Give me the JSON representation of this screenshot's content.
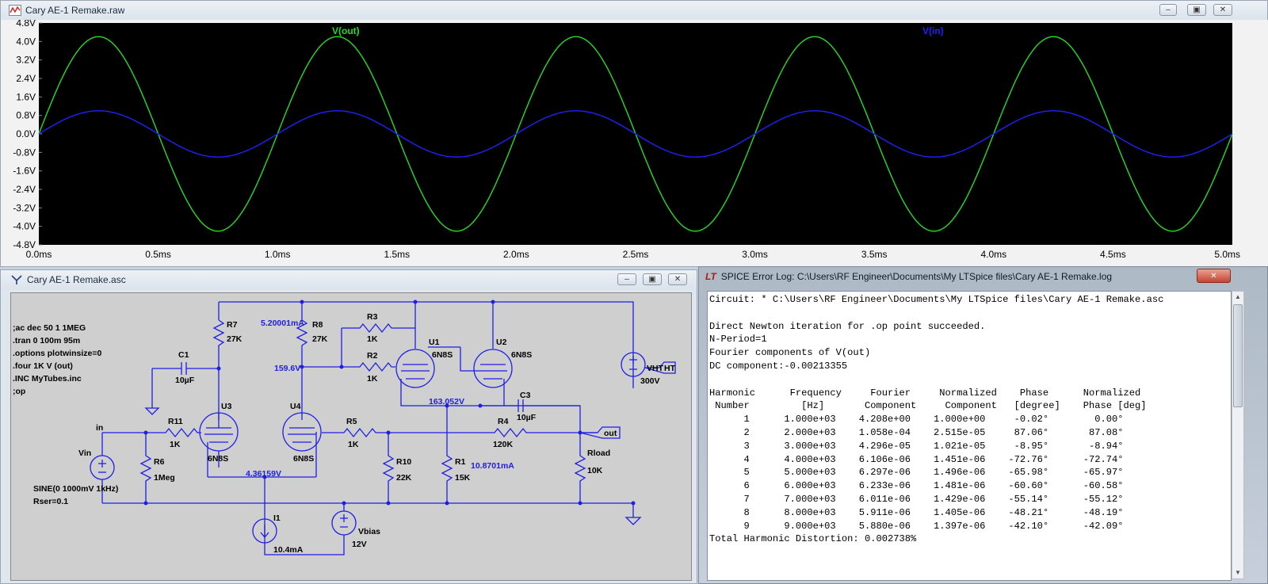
{
  "wave_window": {
    "title": "Cary AE-1 Remake.raw",
    "colors": {
      "background": "#000000",
      "vout": "#22dd22",
      "vin": "#2020ff",
      "axis_text": "#d8d8d8"
    }
  },
  "chart_data": {
    "type": "line",
    "xlabel": "",
    "ylabel": "",
    "x_ticks": [
      "0.0ms",
      "0.5ms",
      "1.0ms",
      "1.5ms",
      "2.0ms",
      "2.5ms",
      "3.0ms",
      "3.5ms",
      "4.0ms",
      "4.5ms",
      "5.0ms"
    ],
    "y_ticks": [
      "4.8V",
      "4.0V",
      "3.2V",
      "2.4V",
      "1.6V",
      "0.8V",
      "0.0V",
      "-0.8V",
      "-1.6V",
      "-2.4V",
      "-3.2V",
      "-4.0V",
      "-4.8V"
    ],
    "xlim": [
      0,
      5
    ],
    "ylim": [
      -4.8,
      4.8
    ],
    "x_unit": "ms",
    "series": [
      {
        "name": "V(out)",
        "amplitude": 4.208,
        "frequency_khz": 1,
        "phase_deg": 0,
        "color": "#22dd22"
      },
      {
        "name": "V(in)",
        "amplitude": 1.0,
        "frequency_khz": 1,
        "phase_deg": 0,
        "color": "#2020ff"
      }
    ]
  },
  "schematic_window": {
    "title": "Cary AE-1 Remake.asc",
    "directives": [
      ";ac dec 50 1 1MEG",
      ".tran 0 100m 95m",
      ".options plotwinsize=0",
      ".four 1K V (out)",
      ".INC MyTubes.inc",
      ";op"
    ],
    "labels": {
      "r7": "R7",
      "r7_val": "27K",
      "r8": "R8",
      "r8_val": "27K",
      "r3": "R3",
      "r3_val": "1K",
      "r2": "R2",
      "r2_val": "1K",
      "u1": "U1",
      "u1_val": "6N8S",
      "u2": "U2",
      "u2_val": "6N8S",
      "c1": "C1",
      "c1_val": "10µF",
      "c3": "C3",
      "c3_val": "10µF",
      "u3": "U3",
      "u3_val": "6N8S",
      "u4": "U4",
      "u4_val": "6N8S",
      "r11": "R11",
      "r11_val": "1K",
      "r5": "R5",
      "r5_val": "1K",
      "r4": "R4",
      "r4_val": "120K",
      "r6": "R6",
      "r6_val": "1Meg",
      "r10": "R10",
      "r10_val": "22K",
      "r1": "R1",
      "r1_val": "15K",
      "rload": "Rload",
      "rload_val": "10K",
      "vin": "Vin",
      "vin_src": "SINE(0 1000mV 1kHz)",
      "vin_rser": "Rser=0.1",
      "in_net": "in",
      "out_net": "out",
      "vht": "VHT",
      "vht_val": "300V",
      "ht_flag": "HT",
      "i1": "I1",
      "i1_val": "10.4mA",
      "vbias": "Vbias",
      "vbias_val": "12V"
    },
    "annotations": {
      "current_r8": "5.20001mA",
      "node_u4_plate": "159.6V",
      "node_cathode_u1": "163.052V",
      "node_cathode_u3": "4.36159V",
      "current_r1": "10.8701mA"
    }
  },
  "log_window": {
    "title": "SPICE Error Log: C:\\Users\\RF Engineer\\Documents\\My LTSpice files\\Cary AE-1 Remake.log",
    "header_lines": [
      "Circuit: * C:\\Users\\RF Engineer\\Documents\\My LTSpice files\\Cary AE-1 Remake.asc",
      "",
      "Direct Newton iteration for .op point succeeded.",
      "N-Period=1",
      "Fourier components of V(out)",
      "DC component:-0.00213355",
      ""
    ],
    "table_header": [
      "Harmonic      Frequency     Fourier     Normalized    Phase      Normalized",
      " Number         [Hz]       Component     Component   [degree]    Phase [deg]"
    ],
    "harmonics": [
      [
        "1",
        "1.000e+03",
        "4.208e+00",
        "1.000e+00",
        "-0.02°",
        "0.00°"
      ],
      [
        "2",
        "2.000e+03",
        "1.058e-04",
        "2.515e-05",
        "87.06°",
        "87.08°"
      ],
      [
        "3",
        "3.000e+03",
        "4.296e-05",
        "1.021e-05",
        "-8.95°",
        "-8.94°"
      ],
      [
        "4",
        "4.000e+03",
        "6.106e-06",
        "1.451e-06",
        "-72.76°",
        "-72.74°"
      ],
      [
        "5",
        "5.000e+03",
        "6.297e-06",
        "1.496e-06",
        "-65.98°",
        "-65.97°"
      ],
      [
        "6",
        "6.000e+03",
        "6.233e-06",
        "1.481e-06",
        "-60.60°",
        "-60.58°"
      ],
      [
        "7",
        "7.000e+03",
        "6.011e-06",
        "1.429e-06",
        "-55.14°",
        "-55.12°"
      ],
      [
        "8",
        "8.000e+03",
        "5.911e-06",
        "1.405e-06",
        "-48.21°",
        "-48.19°"
      ],
      [
        "9",
        "9.000e+03",
        "5.880e-06",
        "1.397e-06",
        "-42.10°",
        "-42.09°"
      ]
    ],
    "footer": "Total Harmonic Distortion: 0.002738%"
  }
}
